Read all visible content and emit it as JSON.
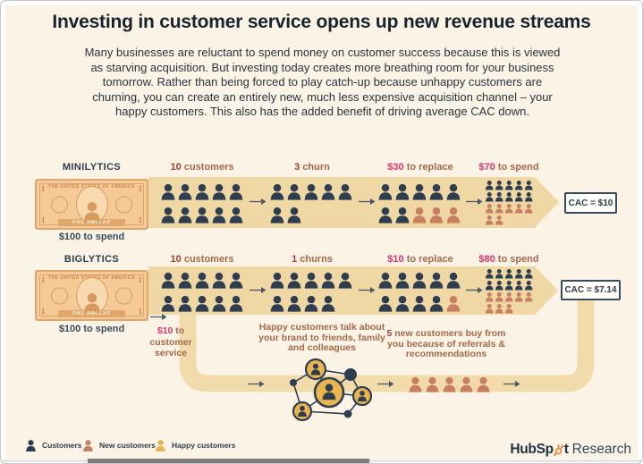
{
  "page": {
    "title": "Investing in customer service opens up new revenue streams",
    "intro_lines": [
      "Many businesses are reluctant to spend money on customer success because this is viewed",
      "as starving acquisition. But investing today creates more breathing room for your business",
      "tomorrow. Rather than being forced to play catch-up because unhappy customers are",
      "churning, you can create an entirely new, much less expensive acquisition channel – your",
      "happy customers. This also has the added benefit of driving average CAC down."
    ]
  },
  "bill": {
    "corner": "1",
    "top_text": "THE UNITED STATES OF AMERICA",
    "bottom_text": "ONE DOLLAR"
  },
  "minilytics": {
    "name": "MINILYTICS",
    "bill_caption": "$100 to spend",
    "cac": "CAC = $10",
    "steps": [
      {
        "num": "10",
        "rest": " customers",
        "num_color": "#a93b32"
      },
      {
        "num": "3",
        "rest": " churn",
        "num_color": "#a93b32"
      },
      {
        "num": "$30",
        "rest": " to replace",
        "num_color": "#e0346e"
      },
      {
        "num": "$70",
        "rest": " to spend",
        "num_color": "#e0346e"
      }
    ],
    "groups": [
      {
        "size": "lg",
        "rows": [
          "ccccc",
          "ccccc"
        ]
      },
      {
        "size": "lg",
        "rows": [
          "ccccc",
          "cc"
        ]
      },
      {
        "size": "lg",
        "rows": [
          "ccccc",
          "ccnnn"
        ]
      },
      {
        "size": "sm",
        "rows": [
          "ccccc",
          "ccccc",
          "nnnnn",
          "nn"
        ]
      }
    ]
  },
  "biglytics": {
    "name": "BIGLYTICS",
    "bill_caption": "$100 to spend",
    "cac": "CAC = $7.14",
    "steps": [
      {
        "num": "10",
        "rest": " customers",
        "num_color": "#a93b32"
      },
      {
        "num": "1",
        "rest": " churns",
        "num_color": "#a93b32"
      },
      {
        "num": "$10",
        "rest": " to replace",
        "num_color": "#e0346e"
      },
      {
        "num": "$80",
        "rest": " to spend",
        "num_color": "#e0346e"
      }
    ],
    "groups": [
      {
        "size": "lg",
        "rows": [
          "ccccc",
          "ccccc"
        ]
      },
      {
        "size": "lg",
        "rows": [
          "ccccc",
          "cccc"
        ]
      },
      {
        "size": "lg",
        "rows": [
          "ccccc",
          "ccccn"
        ]
      },
      {
        "size": "sm",
        "rows": [
          "ccccc",
          "ccccc",
          "nnnnn",
          "nnn"
        ]
      }
    ]
  },
  "loop": {
    "service_num": "$10",
    "service_num_color": "#e0346e",
    "service_rest": " to",
    "service_lines": [
      "customer",
      "service"
    ],
    "note1_bold": "Happy",
    "note1_rest": " customers talk about your brand to friends, family and colleagues",
    "note2_bold": "5",
    "note2_rest": " new customers buy from you because of referrals & recommendations",
    "referral_row": "nnnnn"
  },
  "legend": {
    "items": [
      {
        "label": "Customers",
        "type": "c"
      },
      {
        "label": "New customers",
        "type": "n"
      },
      {
        "label": "Happy customers",
        "type": "h"
      }
    ]
  },
  "brand": {
    "prefix": "HubSp",
    "suffix": "t",
    "rest": "Research"
  },
  "colors": {
    "background": "#fbf4e6",
    "band_tan": "#f0d8a5",
    "pipe_tan": "#f2dbab",
    "customer_navy": "#2e3d4f",
    "new_customer_salmon": "#c87e62",
    "happy_customer_yellow": "#e8b54e",
    "count_red": "#a93b32",
    "money_pink": "#e0346e",
    "label_brown": "#a5684a",
    "hubspot_orange": "#f8761f"
  }
}
